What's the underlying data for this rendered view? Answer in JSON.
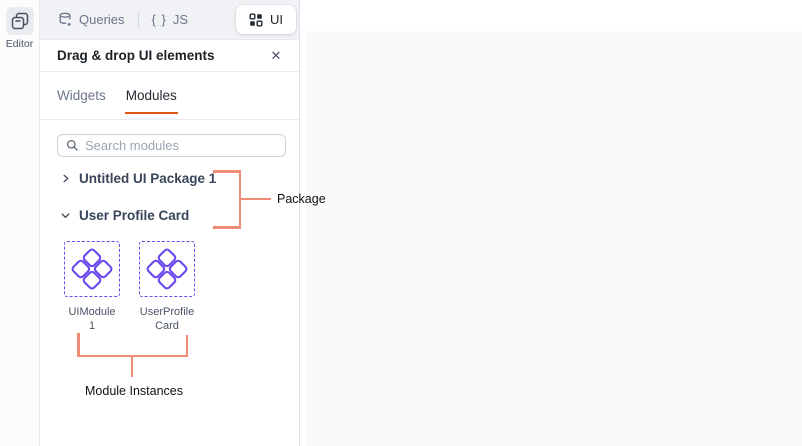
{
  "left_rail": {
    "editor_label": "Editor"
  },
  "top_tabs": {
    "queries_label": "Queries",
    "js_glyph": "{ }",
    "js_label": "JS",
    "ui_label": "UI"
  },
  "panel": {
    "title": "Drag & drop UI elements",
    "close_glyph": "✕",
    "tabs": [
      {
        "label": "Widgets",
        "active": false
      },
      {
        "label": "Modules",
        "active": true
      }
    ],
    "search_placeholder": "Search modules",
    "packages": [
      {
        "name": "Untitled UI Package 1",
        "expanded": false
      },
      {
        "name": "User Profile Card",
        "expanded": true
      }
    ],
    "modules": [
      {
        "name": "UIModule 1"
      },
      {
        "name": "UserProfileCard"
      }
    ]
  },
  "annotations": {
    "package_label": "Package",
    "module_instances_label": "Module Instances",
    "line_color": "#F08B77"
  },
  "colors": {
    "accent_orange": "#E15615",
    "module_purple": "#6C4AF0",
    "canvas_bg": "#F8FAFC"
  }
}
